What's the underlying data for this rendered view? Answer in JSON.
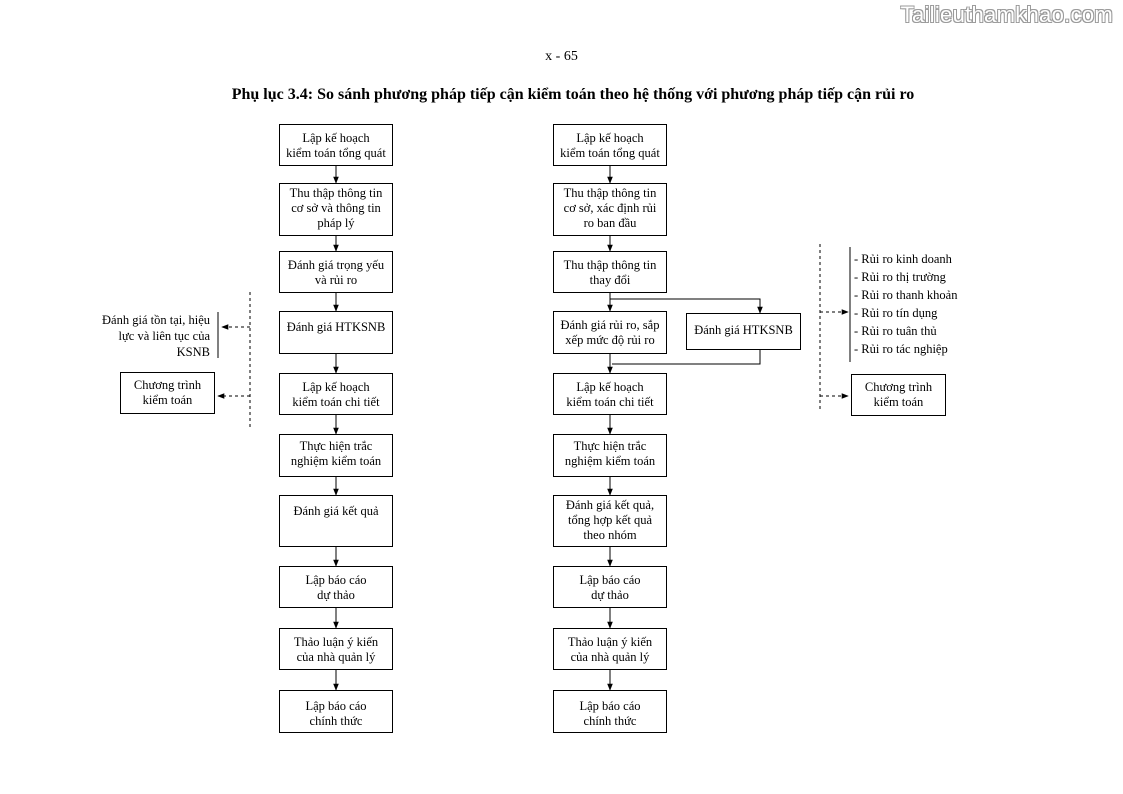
{
  "watermark": "Tailieuthamkhao.com",
  "page_number": "x - 65",
  "title": "Phụ lục 3.4:  So sánh phương pháp tiếp cận kiểm toán theo hệ thống với phương pháp tiếp cận rủi ro",
  "left_flow": [
    "Lập kế hoạch\nkiểm toán tổng quát",
    "Thu thập thông tin\ncơ sở và thông tin\npháp lý",
    "Đánh giá trọng yếu\nvà rủi ro",
    "Đánh giá HTKSNB",
    "Lập kế hoạch\nkiểm toán chi tiết",
    "Thực hiện trắc\nnghiệm kiểm toán",
    "Đánh giá kết quả",
    "Lập báo cáo\ndự thảo",
    "Thảo luận ý kiến\ncủa nhà quản lý",
    "Lập báo cáo\nchính thức"
  ],
  "left_annotations": {
    "ksnb_note": "Đánh giá tồn tại, hiệu\nlực và liên tục của\nKSNB",
    "program_box": "Chương trình\nkiểm toán"
  },
  "right_flow": [
    "Lập kế hoạch\nkiểm toán tổng quát",
    "Thu thập thông tin\ncơ sở, xác định rủi\nro ban đầu",
    "Thu thập thông tin\nthay đổi",
    "Đánh giá rủi ro, sắp\nxếp mức độ rủi ro",
    "Lập kế hoạch\nkiểm toán chi tiết",
    "Thực hiện trắc\nnghiệm kiểm toán",
    "Đánh giá kết quả,\ntổng hợp kết quả\ntheo nhóm",
    "Lập báo cáo\ndự thảo",
    "Thảo luận ý kiến\ncủa nhà quản lý",
    "Lập báo cáo\nchính thức"
  ],
  "right_side_box": "Đánh giá HTKSNB",
  "risk_types": [
    "- Rủi ro kinh doanh",
    "- Rủi ro thị trường",
    "- Rủi ro thanh khoản",
    "- Rủi ro tín dụng",
    "- Rủi ro tuân thủ",
    "- Rủi ro tác nghiệp"
  ],
  "right_program_box": "Chương trình\nkiểm toán"
}
